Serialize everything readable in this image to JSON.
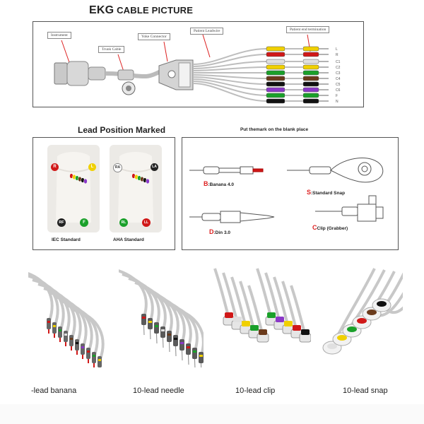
{
  "header": {
    "title_big": "EKG",
    "title_rest": "CABLE PICTURE"
  },
  "cable_picture": {
    "callouts": {
      "instrument": "Instrument",
      "trunk_cable": "Trunk Cable",
      "yoke_connector": "Yoke Connector",
      "patient_leadwire": "Patient Leadwire",
      "patient_end_termination": "Patient end termination"
    },
    "lead_codes": [
      "L",
      "R",
      "C1",
      "C2",
      "C3",
      "C4",
      "C5",
      "C6",
      "F",
      "N"
    ],
    "lead_colors": [
      "#f0d000",
      "#d01818",
      "#e0e0e0",
      "#f0d000",
      "#1aa02a",
      "#6b3b1c",
      "#111111",
      "#8b38c8",
      "#1aa02a",
      "#111111"
    ]
  },
  "lead_position": {
    "title": "Lead Position Marked",
    "iec": {
      "caption": "IEC Standard",
      "markers": [
        "R",
        "L",
        "RF",
        "F"
      ],
      "colors": [
        "#d01818",
        "#f0d000",
        "#222222",
        "#1aa02a"
      ]
    },
    "aha": {
      "caption": "AHA Standard",
      "markers": [
        "RA",
        "LA",
        "RL",
        "LL"
      ],
      "colors": [
        "#ffffff",
        "#222222",
        "#1aa02a",
        "#d01818"
      ]
    }
  },
  "connectors": {
    "title": "Put themark on the blank place",
    "banana": {
      "letter": "B",
      "text": ":Banana 4.0"
    },
    "snap": {
      "letter": "S",
      "text": ":Standard Snap"
    },
    "din": {
      "letter": "D",
      "text": ":Din 3.0"
    },
    "clip": {
      "letter": "C",
      "text": "Clip (Grabber)"
    }
  },
  "photos": [
    {
      "caption": "-lead banana"
    },
    {
      "caption": "10-lead needle"
    },
    {
      "caption": "10-lead clip"
    },
    {
      "caption": "10-lead snap"
    }
  ],
  "colors": {
    "red": "#d01818",
    "yellow": "#f0d000",
    "green": "#1aa02a",
    "brown": "#6b3b1c",
    "black": "#111111",
    "purple": "#8b38c8",
    "white": "#e0e0e0"
  }
}
